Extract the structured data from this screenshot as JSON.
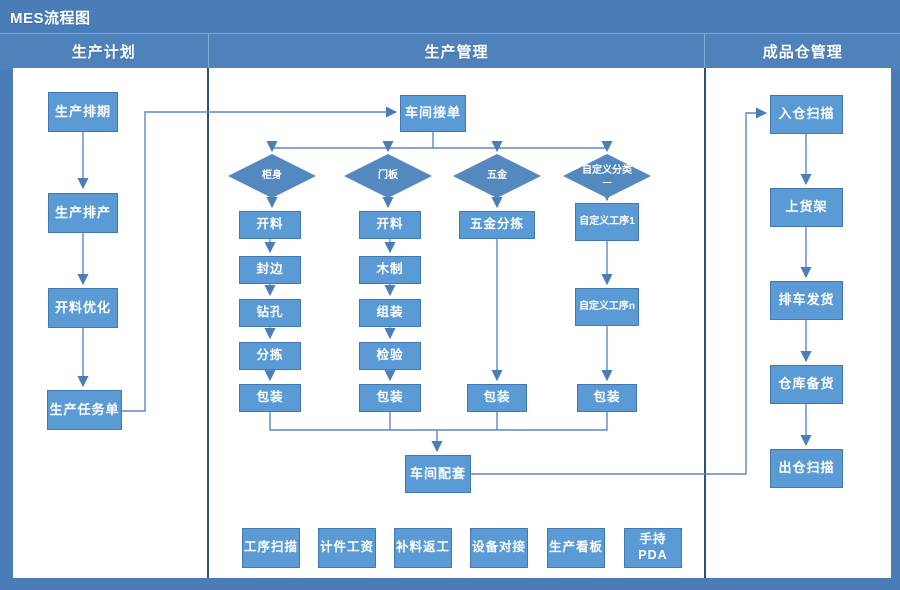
{
  "page_title": "MES流程图",
  "colors": {
    "canvas": "#4a7db8",
    "header_band": "#4f82ba",
    "panel": "#ffffff",
    "divider": "#2f4f78",
    "node_fill": "#5b9bd5",
    "node_border": "#4178ae",
    "diamond_fill": "#5489c0",
    "connector": "#5b87c5",
    "text": "#ffffff"
  },
  "sections": [
    {
      "title": "生产计划"
    },
    {
      "title": "生产管理"
    },
    {
      "title": "成品仓管理"
    }
  ],
  "planning_chain": [
    "生产排期",
    "生产排产",
    "开料优化",
    "生产任务单"
  ],
  "production": {
    "order_box": "车间接单",
    "branches": [
      {
        "decision": "柜身",
        "steps": [
          "开料",
          "封边",
          "钻孔",
          "分拣",
          "包装"
        ]
      },
      {
        "decision": "门板",
        "steps": [
          "开料",
          "木制",
          "组装",
          "检验",
          "包装"
        ]
      },
      {
        "decision": "五金",
        "steps": [
          "五金分拣",
          "包装"
        ]
      },
      {
        "decision": "自定义分类",
        "decision_line2": "—",
        "steps": [
          "自定义工序1",
          "自定义工序n",
          "包装"
        ]
      }
    ],
    "merge_box": "车间配套",
    "feature_boxes": [
      "工序扫描",
      "计件工资",
      "补料返工",
      "设备对接",
      "生产看板",
      "手持PDA"
    ]
  },
  "warehouse_chain": [
    "入仓扫描",
    "上货架",
    "排车发货",
    "仓库备货",
    "出仓扫描"
  ]
}
